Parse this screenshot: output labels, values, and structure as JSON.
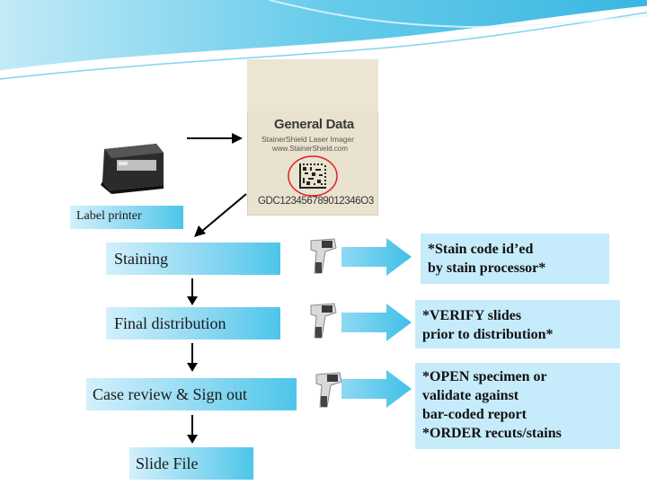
{
  "label_printer_caption": "Label printer",
  "label_image": {
    "brand": "General Data",
    "product": "StainerShield Laser Imager",
    "website": "www.StainerShield.com",
    "barcode_number": "GDC123456789012346O3"
  },
  "workflow": {
    "steps": [
      {
        "label": "Staining"
      },
      {
        "label": "Final distribution"
      },
      {
        "label": "Case review & Sign out"
      },
      {
        "label": "Slide File"
      }
    ]
  },
  "notes": [
    {
      "lines": [
        "*Stain code id’ed",
        "by stain processor*"
      ]
    },
    {
      "lines": [
        "*VERIFY slides",
        "prior to distribution*"
      ]
    },
    {
      "lines": [
        "*OPEN specimen or",
        "validate against",
        "bar-coded report",
        "*ORDER recuts/stains"
      ]
    }
  ],
  "colors": {
    "box_gradient_start": "#d2f0fb",
    "box_gradient_end": "#4cc6ea",
    "note_fill": "#c6ebfa",
    "arrow_fill": "#4cc6ea",
    "highlight_circle": "#e02020"
  }
}
